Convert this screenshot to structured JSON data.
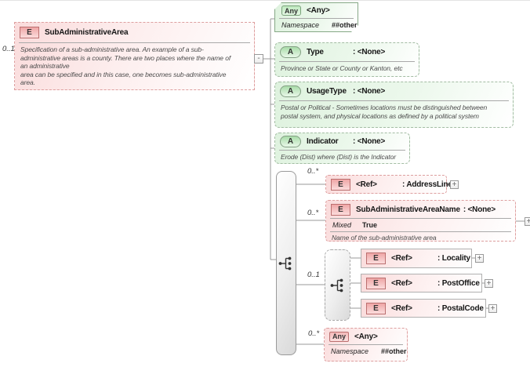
{
  "root_element": {
    "cardinality": "0..1",
    "badge": "E",
    "name": "SubAdministrativeArea",
    "doc": "Specification of a sub-administrative area. An example of a sub-\nadministrative areas is a county. There are two places where the name of\nan administrative\narea can be specified and in this case, one becomes sub-administrative\narea.",
    "collapse_glyph": "-"
  },
  "wildcard_top": {
    "badge": "Any",
    "title": "<Any>",
    "namespace_label": "Namespace",
    "namespace_value": "##other"
  },
  "attributes": [
    {
      "badge": "A",
      "name": "Type",
      "type": ": <None>",
      "doc": "Province or State or County or Kanton, etc"
    },
    {
      "badge": "A",
      "name": "UsageType",
      "type": ": <None>",
      "doc": "Postal or Political - Sometimes locations must be distinguished between\npostal system, and physical locations as defined by a political system"
    },
    {
      "badge": "A",
      "name": "Indicator",
      "type": ": <None>",
      "doc": "Erode (Dist) where (Dist) is the Indicator"
    }
  ],
  "sequence_children": {
    "address_line": {
      "cardinality": "0..*",
      "badge": "E",
      "name": "<Ref>",
      "type": ": AddressLine",
      "expand_glyph": "+"
    },
    "sub_admin_area_name": {
      "cardinality": "0..*",
      "badge": "E",
      "name": "SubAdministrativeAreaName",
      "type": ": <None>",
      "mixed_label": "Mixed",
      "mixed_value": "True",
      "doc": "Name of the sub-administrative area",
      "expand_glyph": "+"
    },
    "choice": {
      "cardinality": "0..1",
      "refs": [
        {
          "badge": "E",
          "name": "<Ref>",
          "type": ": Locality",
          "expand_glyph": "+"
        },
        {
          "badge": "E",
          "name": "<Ref>",
          "type": ": PostOffice",
          "expand_glyph": "+"
        },
        {
          "badge": "E",
          "name": "<Ref>",
          "type": ": PostalCode",
          "expand_glyph": "+"
        }
      ]
    },
    "wildcard_bottom": {
      "cardinality": "0..*",
      "badge": "Any",
      "title": "<Any>",
      "namespace_label": "Namespace",
      "namespace_value": "##other"
    }
  },
  "colors": {
    "element_pink": "#fadbdb",
    "element_border_pink": "#dd9f9f",
    "attribute_green": "#def2de",
    "attribute_border_green": "#a3bca3",
    "compositor_gray": "#e5e5e5",
    "wire_gray": "#999999"
  }
}
